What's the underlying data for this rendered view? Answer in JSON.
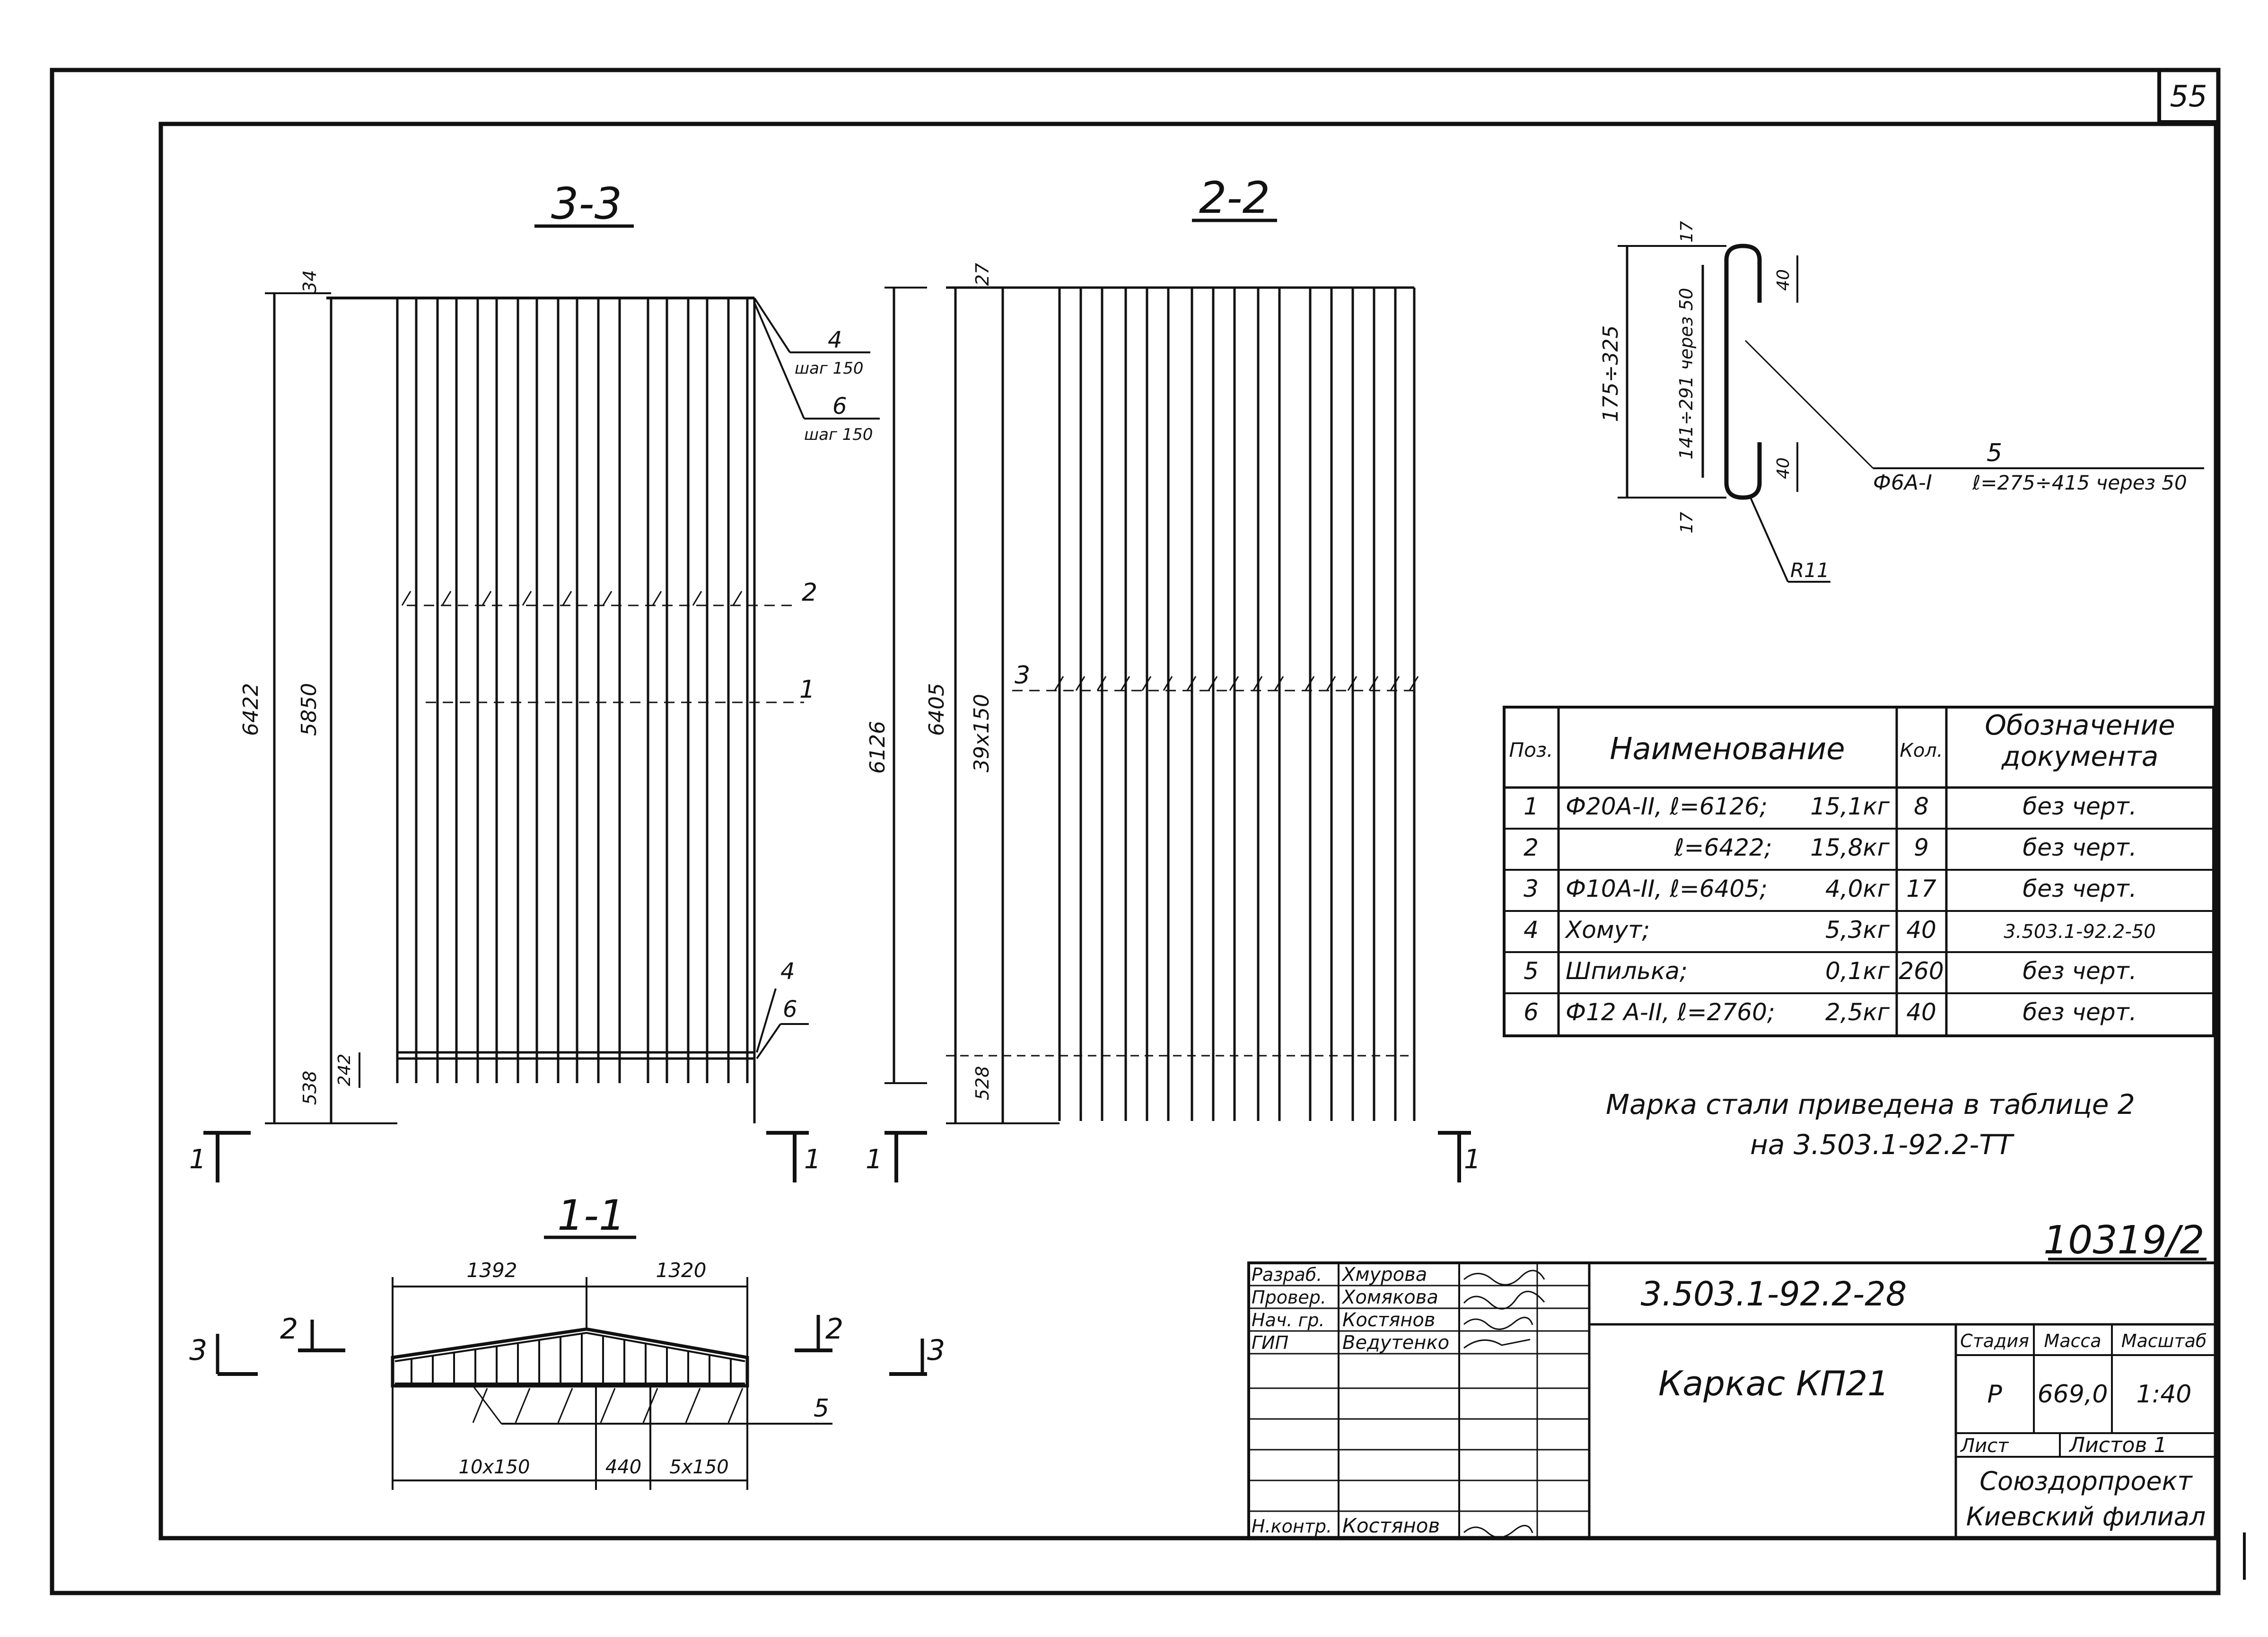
{
  "sheet_number": "55",
  "archive_number": "10319/2",
  "sections": {
    "s33": {
      "title": "3-3",
      "dims": {
        "total": "6422",
        "inner": "5850",
        "top": "34",
        "bottom": "538",
        "bottom_small": "242"
      },
      "callouts": [
        {
          "mark": "4",
          "note": "шаг 150"
        },
        {
          "mark": "6",
          "note": "шаг 150"
        },
        {
          "mark": "2"
        },
        {
          "mark": "1"
        },
        {
          "mark": "4"
        },
        {
          "mark": "6"
        }
      ]
    },
    "s22": {
      "title": "2-2",
      "dims": {
        "total": "6405",
        "inner": "39x150",
        "top": "27",
        "bottom": "528",
        "right": "6126"
      },
      "callouts": [
        {
          "mark": "3"
        }
      ]
    },
    "s11": {
      "title": "1-1",
      "dims": {
        "left": "1392",
        "right": "1320",
        "b1": "10x150",
        "b2": "440",
        "b3": "5x150"
      },
      "callout": "5"
    },
    "cut_marks": [
      {
        "num": "1"
      },
      {
        "num": "1"
      },
      {
        "num": "1"
      },
      {
        "num": "1"
      },
      {
        "num": "3"
      },
      {
        "num": "2"
      },
      {
        "num": "2"
      },
      {
        "num": "3"
      }
    ]
  },
  "pin_detail": {
    "dims": {
      "total": "175÷325",
      "inner": "141÷291 через 50",
      "top": "17",
      "bottom": "17",
      "hook_top": "40",
      "hook_bottom": "40"
    },
    "radius": "R11",
    "mark": "5",
    "bar": "Ф6А-I",
    "length": "ℓ=275÷415 через 50"
  },
  "spec_table": {
    "headers": {
      "pos": "Поз.",
      "name": "Наименование",
      "qty": "Кол.",
      "doc": "Обозначение документа"
    },
    "rows": [
      {
        "pos": "1",
        "name": "Ф20А-II, ℓ=6126;",
        "mass": "15,1кг",
        "qty": "8",
        "doc": "без черт."
      },
      {
        "pos": "2",
        "name": "ℓ=6422;",
        "mass": "15,8кг",
        "qty": "9",
        "doc": "без черт."
      },
      {
        "pos": "3",
        "name": "Ф10А-II, ℓ=6405;",
        "mass": "4,0кг",
        "qty": "17",
        "doc": "без черт."
      },
      {
        "pos": "4",
        "name": "Хомут;",
        "mass": "5,3кг",
        "qty": "40",
        "doc": "3.503.1-92.2-50"
      },
      {
        "pos": "5",
        "name": "Шпилька;",
        "mass": "0,1кг",
        "qty": "260",
        "doc": "без черт."
      },
      {
        "pos": "6",
        "name": "Ф12 А-II, ℓ=2760;",
        "mass": "2,5кг",
        "qty": "40",
        "doc": "без черт."
      }
    ]
  },
  "note": {
    "line1": "Марка стали приведена в таблице 2",
    "line2": "на 3.503.1-92.2-ТТ"
  },
  "title_block": {
    "roles": [
      {
        "role": "Разраб.",
        "name": "Хмурова"
      },
      {
        "role": "Провер.",
        "name": "Хомякова"
      },
      {
        "role": "Нач. гр.",
        "name": "Костянов"
      },
      {
        "role": "ГИП",
        "name": "Ведутенко"
      }
    ],
    "norm_control": {
      "role": "Н.контр.",
      "name": "Костянов"
    },
    "designation": "3.503.1-92.2-28",
    "item_name": "Каркас КП21",
    "stage_label": "Стадия",
    "mass_label": "Масса",
    "scale_label": "Масштаб",
    "stage": "Р",
    "mass": "669,0",
    "scale": "1:40",
    "sheet_label": "Лист",
    "sheets_label": "Листов 1",
    "org_line1": "Союздорпроект",
    "org_line2": "Киевский филиал"
  }
}
